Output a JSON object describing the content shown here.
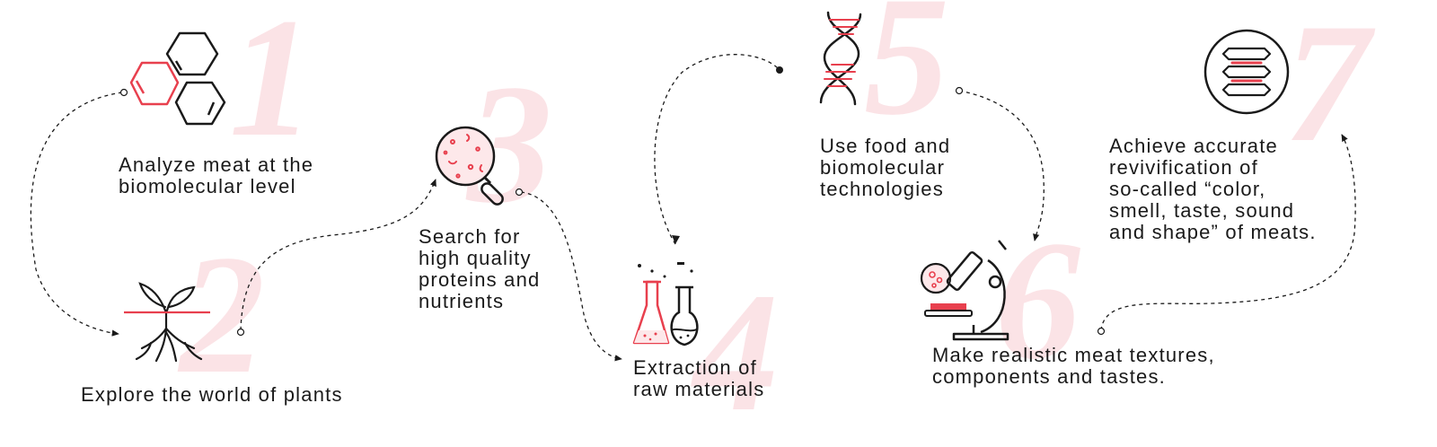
{
  "colors": {
    "accent": "#e8404e",
    "stroke": "#1a1a1a",
    "watermark": "#fbe3e6"
  },
  "steps": [
    {
      "number": "1",
      "label": "Analyze meat at the\nbiomolecular level",
      "icon": "hexagon-molecule-icon"
    },
    {
      "number": "2",
      "label": "Explore the world of plants",
      "icon": "plant-roots-icon"
    },
    {
      "number": "3",
      "label": "Search for\nhigh quality\nproteins and\nnutrients",
      "icon": "magnifier-icon"
    },
    {
      "number": "4",
      "label": "Extraction of\nraw materials",
      "icon": "lab-flasks-icon"
    },
    {
      "number": "5",
      "label": "Use food and\nbiomolecular\ntechnologies",
      "icon": "dna-icon"
    },
    {
      "number": "6",
      "label": "Make realistic meat textures,\ncomponents and tastes.",
      "icon": "microscope-icon"
    },
    {
      "number": "7",
      "label": "Achieve accurate\nrevivification of\nso-called “color,\nsmell, taste, sound\nand shape” of meats.",
      "icon": "spine-icon"
    }
  ]
}
